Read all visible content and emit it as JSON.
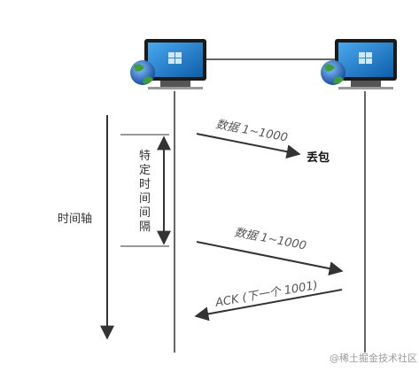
{
  "diagram": {
    "time_axis_label": "时间轴",
    "interval_label_chars": [
      "特",
      "定",
      "时",
      "间",
      "间",
      "隔"
    ],
    "messages": [
      {
        "text": "数据 1~1000"
      },
      {
        "text": "数据 1~1000"
      },
      {
        "text": "ACK (下一个 1001)"
      }
    ],
    "packet_loss_label": "丢包",
    "watermark": "@稀土掘金技术社区",
    "icons": [
      "computer-icon",
      "computer-icon"
    ],
    "colors": {
      "line": "#333333",
      "monitor_screen": "#1f78c8",
      "globe_green": "#3f9e3a",
      "globe_blue": "#2a5fb0"
    }
  }
}
